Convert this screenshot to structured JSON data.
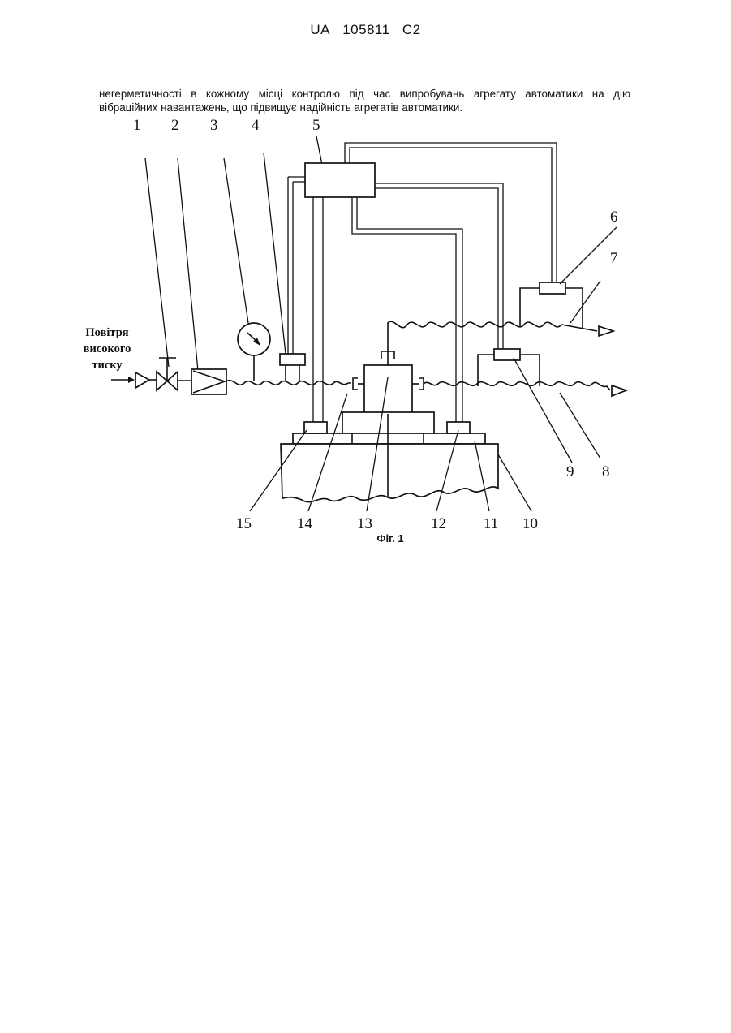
{
  "header": {
    "country": "UA",
    "number": "105811",
    "kind": "C2"
  },
  "body_text": {
    "line1": "негерметичності в кожному місці контролю під час випробувань агрегату автоматики на дію",
    "line2": "вібраційних навантажень, що підвищує надійність агрегатів автоматики."
  },
  "figure": {
    "air_label": [
      "Повітря",
      "високого",
      "тиску"
    ],
    "caption": "Фіг. 1",
    "labels": {
      "n1": "1",
      "n2": "2",
      "n3": "3",
      "n4": "4",
      "n5": "5",
      "n6": "6",
      "n7": "7",
      "n8": "8",
      "n9": "9",
      "n10": "10",
      "n11": "11",
      "n12": "12",
      "n13": "13",
      "n14": "14",
      "n15": "15"
    }
  }
}
